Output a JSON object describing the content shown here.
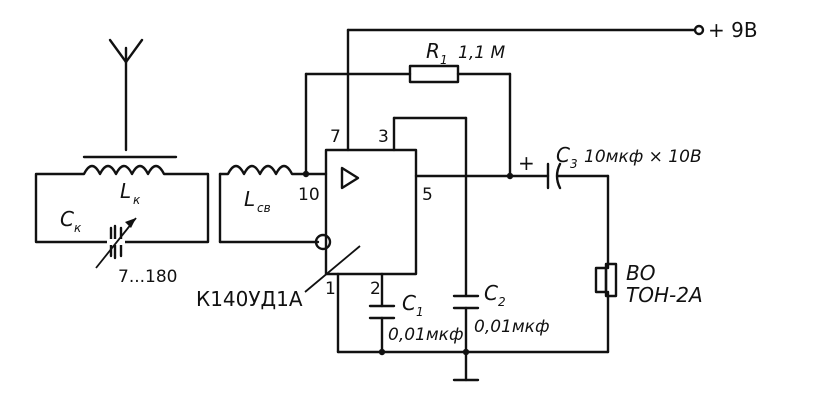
{
  "supply": {
    "label": "+ 9В"
  },
  "antenna": {
    "label": ""
  },
  "coil_k": {
    "label": "L",
    "sub": "к"
  },
  "cap_k": {
    "label": "C",
    "sub": "к",
    "range": "7...180"
  },
  "coil_coupling": {
    "label": "L",
    "sub": "св"
  },
  "r1": {
    "label": "R",
    "sub": "1",
    "value": "1,1 М"
  },
  "c3": {
    "label": "C",
    "sub": "3",
    "value": "10мкф × 10В",
    "plus": "+"
  },
  "c1": {
    "label": "C",
    "sub": "1",
    "value": "0,01мкф"
  },
  "c2": {
    "label": "C",
    "sub": "2",
    "value": "0,01мкф"
  },
  "earphone": {
    "label": "BO",
    "model": "ТОН-2А"
  },
  "opamp": {
    "part": "К140УД1А",
    "pins": {
      "p7": "7",
      "p3": "3",
      "p10": "10",
      "p5": "5",
      "p1": "1",
      "p2": "2"
    }
  }
}
